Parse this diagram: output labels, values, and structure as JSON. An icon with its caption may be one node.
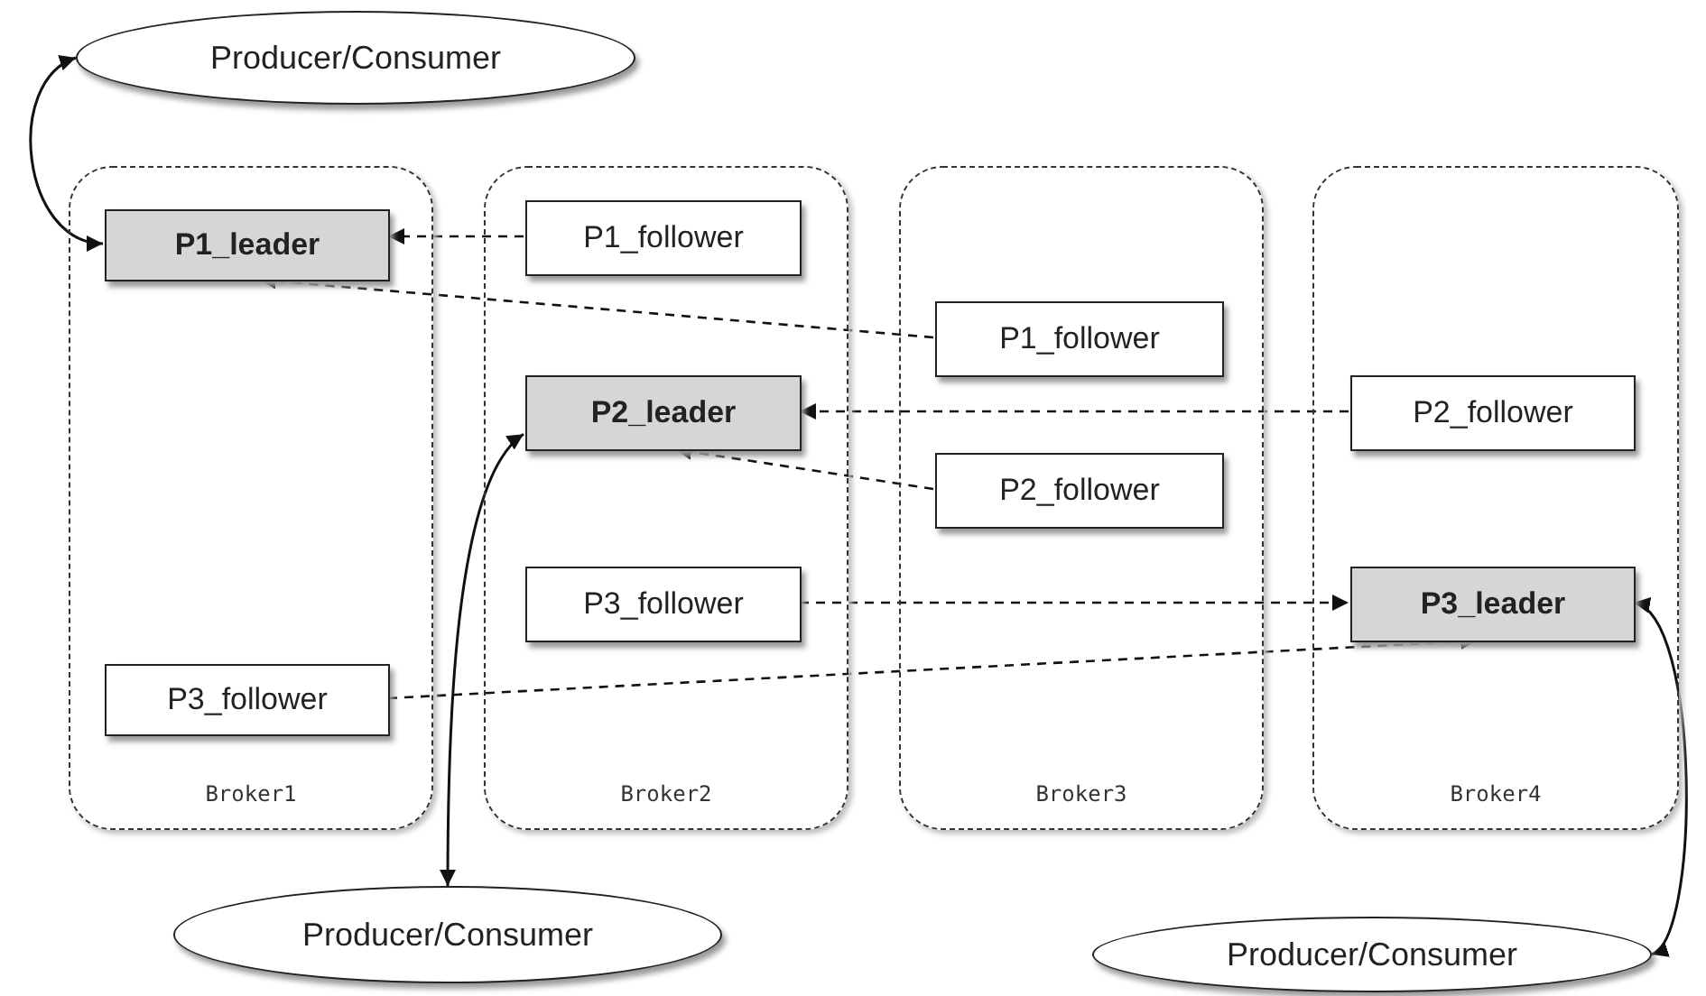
{
  "diagram": {
    "nodes": [
      {
        "text": [
          "Producer/Consumer"
        ]
      },
      {
        "text": [
          "Broker1"
        ]
      },
      {
        "text": [
          "P1_leader"
        ],
        "in": 1
      },
      {
        "text": [
          "P3_follower"
        ],
        "in": 1
      },
      {
        "text": [
          "Broker2"
        ]
      },
      {
        "text": [
          "P1_follower"
        ],
        "in": 4
      },
      {
        "text": [
          "P2_leader"
        ],
        "in": 4
      },
      {
        "text": [
          "P3_follower"
        ],
        "in": 4
      },
      {
        "text": [
          "Broker3"
        ]
      },
      {
        "text": [
          "P1_follower"
        ],
        "in": 8
      },
      {
        "text": [
          "P2_follower"
        ],
        "in": 8
      },
      {
        "text": [
          "Broker4"
        ]
      },
      {
        "text": [
          "P2_follower"
        ],
        "in": 11
      },
      {
        "text": [
          "P3_leader"
        ],
        "in": 11
      },
      {
        "text": [
          "Producer/Consumer"
        ]
      },
      {
        "text": [
          "Producer/Consumer"
        ]
      }
    ],
    "edges": [
      {
        "from": 0,
        "to": 2,
        "arrow": "both"
      },
      {
        "from": 5,
        "to": 2,
        "arrow": "to",
        "style": "dashed"
      },
      {
        "from": 9,
        "to": 2,
        "arrow": "to",
        "style": "dashed"
      },
      {
        "from": 12,
        "to": 6,
        "arrow": "to",
        "style": "dashed"
      },
      {
        "from": 10,
        "to": 6,
        "arrow": "to",
        "style": "dashed"
      },
      {
        "from": 7,
        "to": 13,
        "arrow": "to",
        "style": "dashed"
      },
      {
        "from": 3,
        "to": 13,
        "arrow": "to",
        "style": "dashed"
      },
      {
        "from": 6,
        "to": 14,
        "arrow": "both"
      },
      {
        "from": 13,
        "to": 15,
        "arrow": "both"
      }
    ]
  }
}
